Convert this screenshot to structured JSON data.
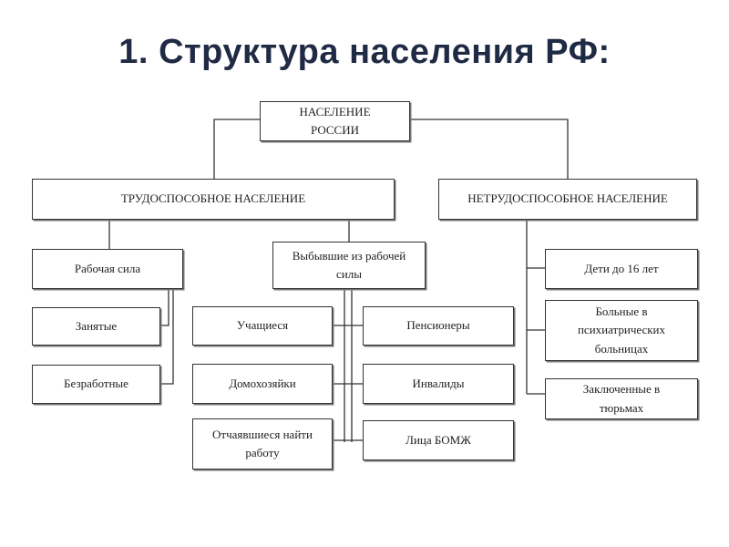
{
  "title": {
    "number": "1.",
    "text": "Структура населения РФ:"
  },
  "diagram": {
    "root": "НАСЕЛЕНИЕ\nРОССИИ",
    "able": "ТРУДОСПОСОБНОЕ НАСЕЛЕНИЕ",
    "unable": "НЕТРУДОСПОСОБНОЕ НАСЕЛЕНИЕ",
    "labor_force": "Рабочая сила",
    "employed": "Занятые",
    "unemployed": "Безработные",
    "dropped_out": "Выбывшие из рабочей\nсилы",
    "students": "Учащиеся",
    "pensioners": "Пенсионеры",
    "housewives": "Домохозяйки",
    "disabled": "Инвалиды",
    "discouraged": "Отчаявшиеся найти\nработу",
    "homeless": "Лица БОМЖ",
    "children": "Дети до 16 лет",
    "psychiatric": "Больные в\nпсихиатрических\nбольницах",
    "prisoners": "Заключенные в\nтюрьмах"
  }
}
